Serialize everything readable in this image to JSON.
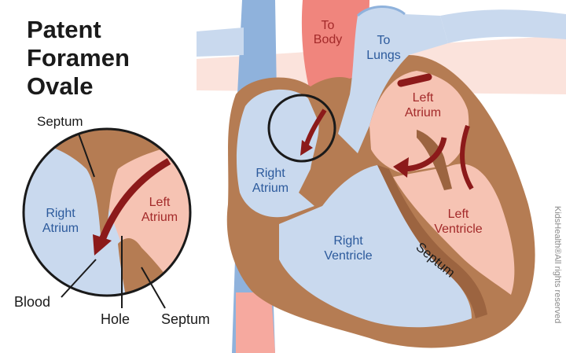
{
  "title": {
    "line1": "Patent",
    "line2": "Foramen",
    "line3": "Ovale"
  },
  "heart_labels": {
    "to_body_1": "To",
    "to_body_2": "Body",
    "to_lungs_1": "To",
    "to_lungs_2": "Lungs",
    "left_atrium_1": "Left",
    "left_atrium_2": "Atrium",
    "right_atrium_1": "Right",
    "right_atrium_2": "Atrium",
    "right_ventricle_1": "Right",
    "right_ventricle_2": "Ventricle",
    "left_ventricle_1": "Left",
    "left_ventricle_2": "Ventricle",
    "septum": "Septum"
  },
  "inset_labels": {
    "septum_top": "Septum",
    "right_atrium_1": "Right",
    "right_atrium_2": "Atrium",
    "left_atrium_1": "Left",
    "left_atrium_2": "Atrium",
    "blood": "Blood",
    "hole": "Hole",
    "septum_bottom": "Septum"
  },
  "credit": "KidsHealth®All rights reserved",
  "colors": {
    "vessel_blue": "#8fb2dc",
    "chamber_blue": "#c9d9ee",
    "artery_red": "#f0857d",
    "chamber_pink": "#f6c3b3",
    "muscle_brown": "#b57c53",
    "arrow_red": "#8c1a1a",
    "label_blue": "#2c5a9c",
    "label_red": "#a32a2a"
  }
}
